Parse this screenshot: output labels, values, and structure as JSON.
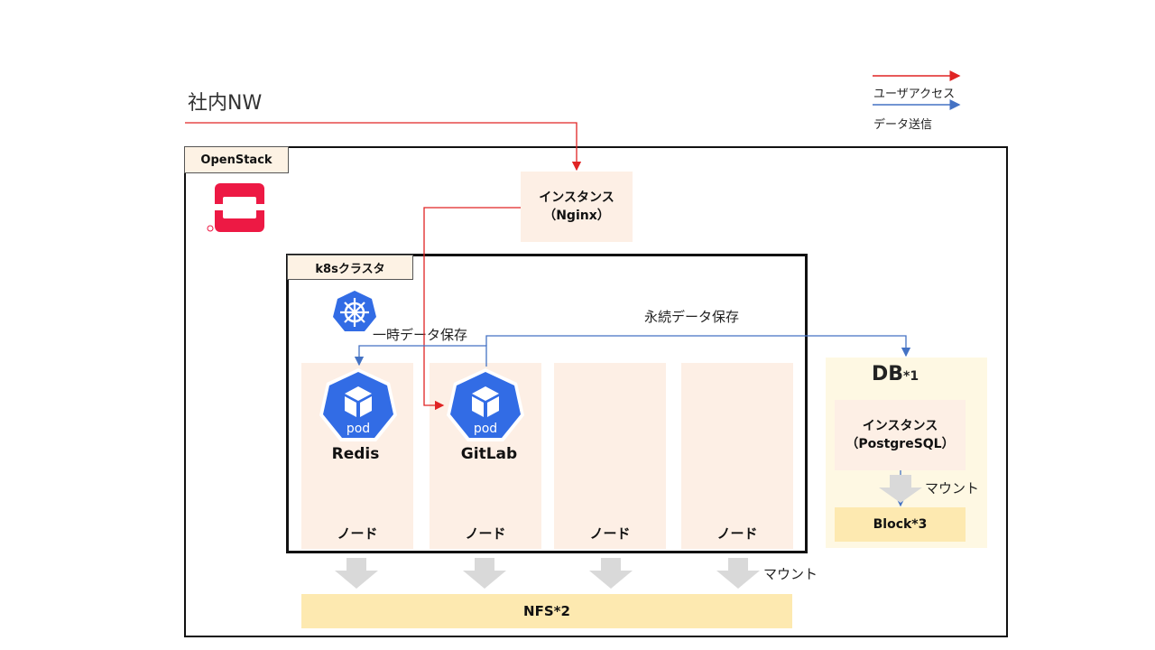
{
  "title": "社内NW",
  "legend": {
    "items": [
      {
        "label": "ユーザアクセス",
        "color": "#e02424"
      },
      {
        "label": "データ送信",
        "color": "#4472c4"
      }
    ]
  },
  "openstack": {
    "label": "OpenStack"
  },
  "nginx": {
    "line1": "インスタンス",
    "line2": "（Nginx）"
  },
  "k8s": {
    "label": "k8sクラスタ",
    "temp_storage_label": "一時データ保存",
    "persistent_storage_label": "永続データ保存",
    "nodes": [
      {
        "label": "ノード",
        "pod": "Redis"
      },
      {
        "label": "ノード",
        "pod": "GitLab"
      },
      {
        "label": "ノード"
      },
      {
        "label": "ノード"
      }
    ],
    "pod_icon_text": "pod"
  },
  "db": {
    "title": "DB",
    "footnote": "*1",
    "instance_line1": "インスタンス",
    "instance_line2": "（PostgreSQL）",
    "mount_label": "マウント",
    "block_label": "Block*3"
  },
  "nfs": {
    "label": "NFS*2",
    "mount_label": "マウント"
  },
  "colors": {
    "access_arrow": "#e02424",
    "data_arrow": "#4472c4",
    "k8s_blue": "#326ce5",
    "openstack_red": "#ed1944"
  }
}
